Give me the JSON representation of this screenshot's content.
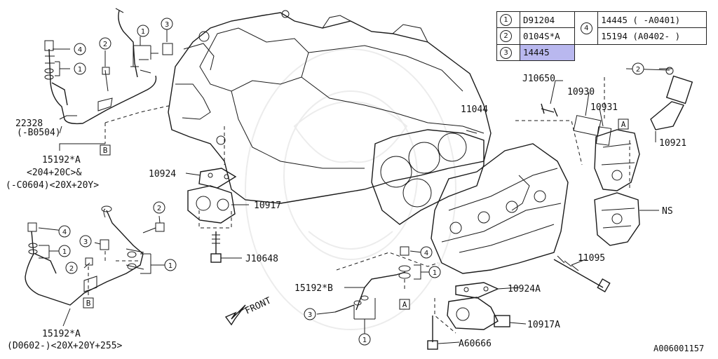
{
  "legend": {
    "rows": [
      {
        "num": "1",
        "code": "D91204"
      },
      {
        "num": "2",
        "code": "0104S*A"
      },
      {
        "num": "3",
        "code": "14445"
      }
    ],
    "group_num": "4",
    "group_items": [
      "14445 ( -A0401)",
      "15194 (A0402- )"
    ]
  },
  "labels": {
    "pn_22328": "22328",
    "pn_22328_range": "(-B0504)",
    "pn_15192a_top": "15192*A",
    "pn_15192a_top_range1": "<204+20C>&",
    "pn_15192a_top_range2": "(-C0604)<20X+20Y>",
    "pn_10924": "10924",
    "pn_10917": "10917",
    "pn_j10648": "J10648",
    "pn_11044": "11044",
    "pn_j10650": "J10650",
    "pn_10930": "10930",
    "pn_10931": "10931",
    "pn_10921": "10921",
    "pn_ns": "NS",
    "pn_11095": "11095",
    "pn_15192b": "15192*B",
    "pn_10924a": "10924A",
    "pn_10917a": "10917A",
    "pn_a60666": "A60666",
    "pn_15192a_bot": "15192*A",
    "pn_15192a_bot_range": "(D0602-)<20X+20Y+255>",
    "front": "FRONT",
    "diagram_id": "A006001157"
  },
  "callouts": {
    "one": "1",
    "two": "2",
    "three": "3",
    "four": "4"
  },
  "refs": {
    "a": "A",
    "b": "B"
  }
}
